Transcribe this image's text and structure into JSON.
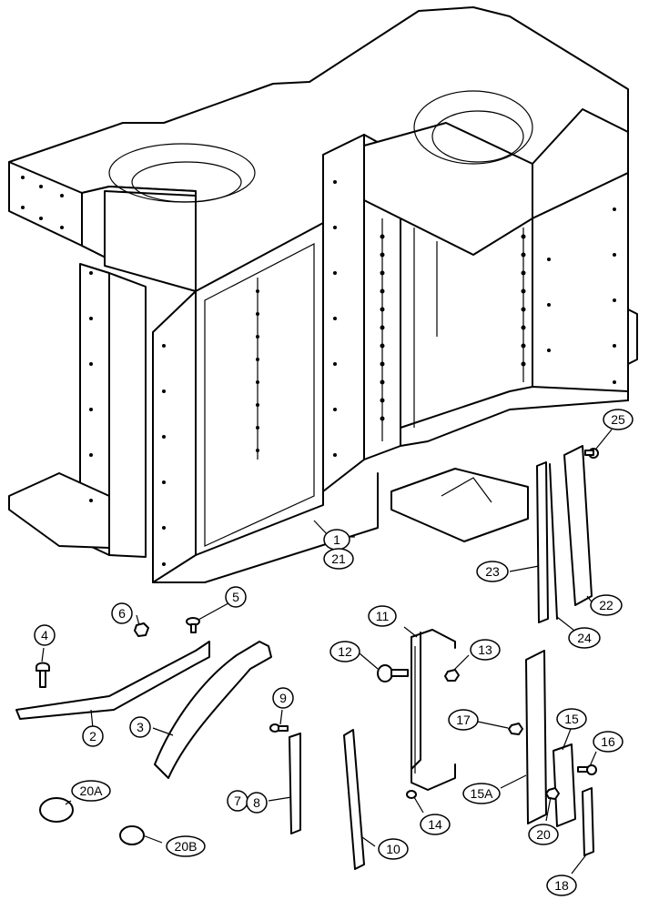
{
  "callouts": [
    {
      "id": "c1",
      "label": "1"
    },
    {
      "id": "c21",
      "label": "21"
    },
    {
      "id": "c25",
      "label": "25"
    },
    {
      "id": "c23",
      "label": "23"
    },
    {
      "id": "c22",
      "label": "22"
    },
    {
      "id": "c24",
      "label": "24"
    },
    {
      "id": "c6",
      "label": "6"
    },
    {
      "id": "c5",
      "label": "5"
    },
    {
      "id": "c4",
      "label": "4"
    },
    {
      "id": "c11",
      "label": "11"
    },
    {
      "id": "c12",
      "label": "12"
    },
    {
      "id": "c13",
      "label": "13"
    },
    {
      "id": "c2",
      "label": "2"
    },
    {
      "id": "c3",
      "label": "3"
    },
    {
      "id": "c9",
      "label": "9"
    },
    {
      "id": "c17",
      "label": "17"
    },
    {
      "id": "c15",
      "label": "15"
    },
    {
      "id": "c16",
      "label": "16"
    },
    {
      "id": "c7",
      "label": "7"
    },
    {
      "id": "c8",
      "label": "8"
    },
    {
      "id": "c14",
      "label": "14"
    },
    {
      "id": "c15A",
      "label": "15A"
    },
    {
      "id": "c20",
      "label": "20"
    },
    {
      "id": "c20A",
      "label": "20A"
    },
    {
      "id": "c20B",
      "label": "20B"
    },
    {
      "id": "c10",
      "label": "10"
    },
    {
      "id": "c18",
      "label": "18"
    }
  ]
}
